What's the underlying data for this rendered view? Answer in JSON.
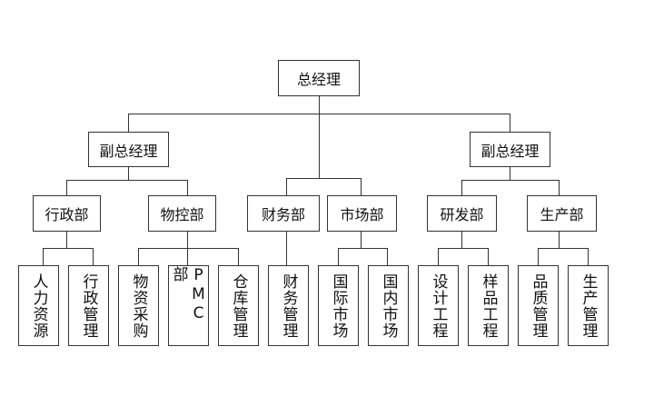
{
  "ceo": "总经理",
  "vice_left": "副总经理",
  "vice_right": "副总经理",
  "departments": {
    "admin": "行政部",
    "material": "物控部",
    "finance": "财务部",
    "market": "市场部",
    "rnd": "研发部",
    "production": "生产部"
  },
  "units": {
    "hr": "人力资源",
    "admin_mgmt": "行政管理",
    "purchasing": "物资采购",
    "pmc": "PMC 部",
    "warehouse": "仓库管理",
    "finance_mgmt": "财务管理",
    "intl_market": "国际市场",
    "domestic_market": "国内市场",
    "design": "设计工程",
    "sample": "样品工程",
    "quality": "品质管理",
    "production_mgmt": "生产管理"
  }
}
